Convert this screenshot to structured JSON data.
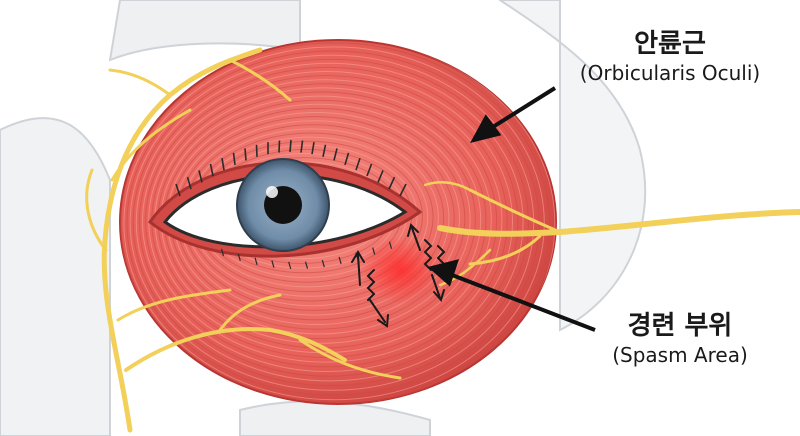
{
  "labels": {
    "muscle_ko": "안륜근",
    "muscle_en": "(Orbicularis Oculi)",
    "spasm_ko": "경련 부위",
    "spasm_en": "(Spasm Area)"
  },
  "colors": {
    "muscle": "#e8615a",
    "muscle_dark": "#c9403c",
    "nerve": "#f2d05a",
    "iris": "#6f8ca8",
    "skin_outline": "#cfd3d8",
    "spasm_glow": "#ff3b3b",
    "arrow": "#111111"
  },
  "icons": {
    "spasm_marks": "zigzag-icon",
    "twitch_arrows": "double-arrow-icon"
  }
}
